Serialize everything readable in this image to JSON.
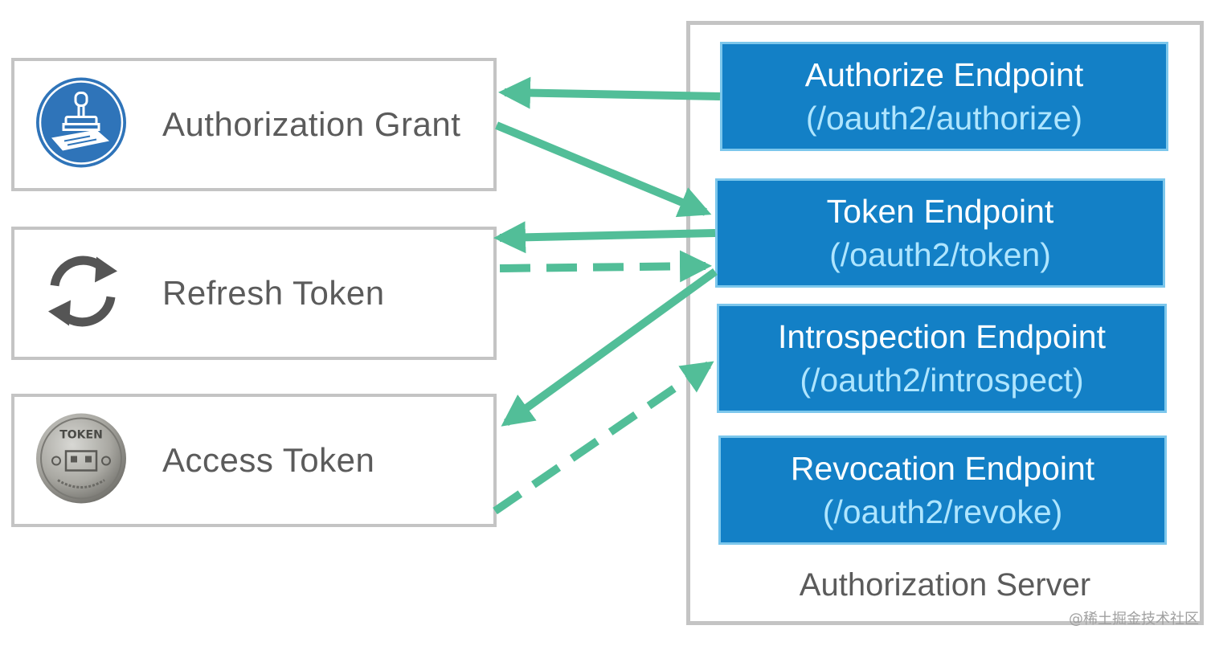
{
  "left_items": {
    "grant": {
      "label": "Authorization Grant",
      "icon": "stamp-icon"
    },
    "refresh": {
      "label": "Refresh Token",
      "icon": "refresh-icon"
    },
    "access": {
      "label": "Access Token",
      "icon": "coin-token-icon",
      "coin_text": "TOKEN"
    }
  },
  "server": {
    "label": "Authorization Server",
    "endpoints": {
      "authorize": {
        "title": "Authorize Endpoint",
        "path": "(/oauth2/authorize)"
      },
      "token": {
        "title": "Token Endpoint",
        "path": "(/oauth2/token)"
      },
      "introspect": {
        "title": "Introspection Endpoint",
        "path": "(/oauth2/introspect)"
      },
      "revoke": {
        "title": "Revocation Endpoint",
        "path": "(/oauth2/revoke)"
      }
    }
  },
  "colors": {
    "arrow": "#52be98",
    "endpoint_fill": "#1380c6",
    "endpoint_border": "#7cc7ec",
    "path_text": "#aee5ff",
    "box_border": "#c4c4c4"
  },
  "watermark": "@稀土掘金技术社区"
}
